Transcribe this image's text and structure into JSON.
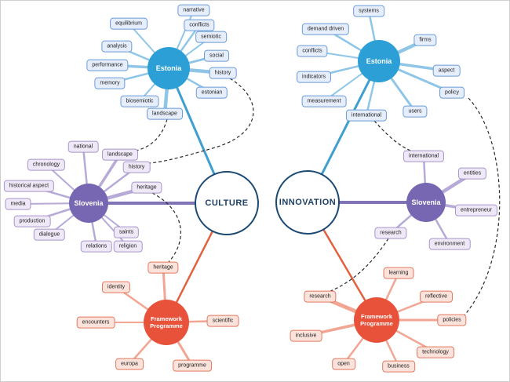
{
  "centers": {
    "culture": {
      "label": "CULTURE"
    },
    "innovation": {
      "label": "INNOVATION"
    }
  },
  "clusters": {
    "culture_estonia": {
      "hub": "Estonia",
      "leaves": [
        "narrative",
        "conflicts",
        "semiotic",
        "social",
        "history",
        "estonian",
        "landscape",
        "biosemiotic",
        "memory",
        "performance",
        "analysis",
        "equilibrium"
      ]
    },
    "culture_slovenia": {
      "hub": "Slovenia",
      "leaves": [
        "national",
        "landscape",
        "history",
        "heritage",
        "chronology",
        "historical aspect",
        "media",
        "production",
        "dialogue",
        "relations",
        "saints",
        "religion"
      ]
    },
    "culture_framework": {
      "hub": "Framework Programme",
      "leaves": [
        "heritage",
        "identity",
        "encounters",
        "europa",
        "programme",
        "scientific"
      ]
    },
    "innovation_estonia": {
      "hub": "Estonia",
      "leaves": [
        "systems",
        "demand driven",
        "conflicts",
        "indicators",
        "measurement",
        "international",
        "users",
        "policy",
        "aspect",
        "firms"
      ]
    },
    "innovation_slovenia": {
      "hub": "Slovenia",
      "leaves": [
        "international",
        "entities",
        "entrepreneur",
        "environment",
        "research"
      ]
    },
    "innovation_framework": {
      "hub": "Framework Programme",
      "leaves": [
        "learning",
        "reflective",
        "policies",
        "technology",
        "business",
        "open",
        "inclusive",
        "research"
      ]
    }
  },
  "colors": {
    "estonia_hub": "#2b9fd6",
    "slovenia_hub": "#7767b3",
    "framework_hub": "#e8523a",
    "center_border": "#1c4a73",
    "cross_link": "#2a2a2a"
  }
}
